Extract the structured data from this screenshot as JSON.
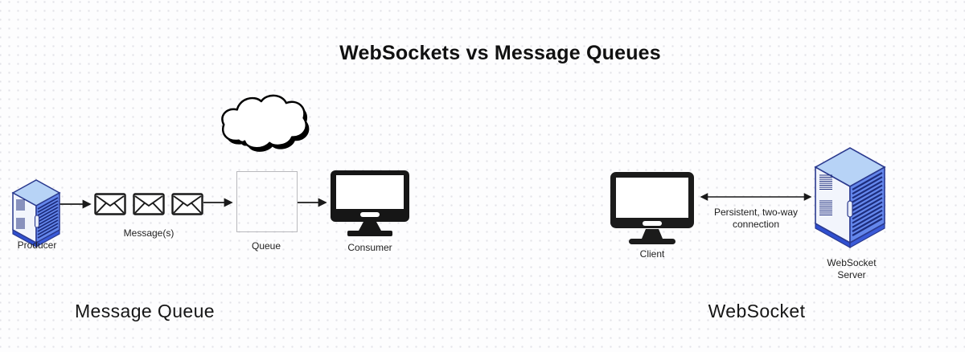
{
  "title": "WebSockets vs Message Queues",
  "message_queue_section": {
    "section_label": "Message Queue",
    "producer_label": "Producer",
    "messages_label": "Message(s)",
    "queue_label": "Queue",
    "consumer_label": "Consumer"
  },
  "websocket_section": {
    "section_label": "WebSocket",
    "client_label": "Client",
    "server_label": "WebSocket Server",
    "connection_label": "Persistent, two-way connection"
  },
  "icons": {
    "producer": "server-tower-icon",
    "messages": "envelope-icon",
    "cloud": "cloud-icon",
    "queue": "queue-box",
    "consumer": "monitor-icon",
    "client": "monitor-icon",
    "websocket_server": "server-tower-icon"
  },
  "colors": {
    "background": "#fdfdfe",
    "dot_grid": "#e3e3e8",
    "outline": "#1a1a1a",
    "queue_border": "#b9b9bd",
    "server_top": "#b7d3f6",
    "server_front": "#f2f5fc",
    "server_side": "#6487ec",
    "server_edge": "#2b3a8f",
    "server_base": "#3b5bd8",
    "monitor_black": "#161616"
  }
}
